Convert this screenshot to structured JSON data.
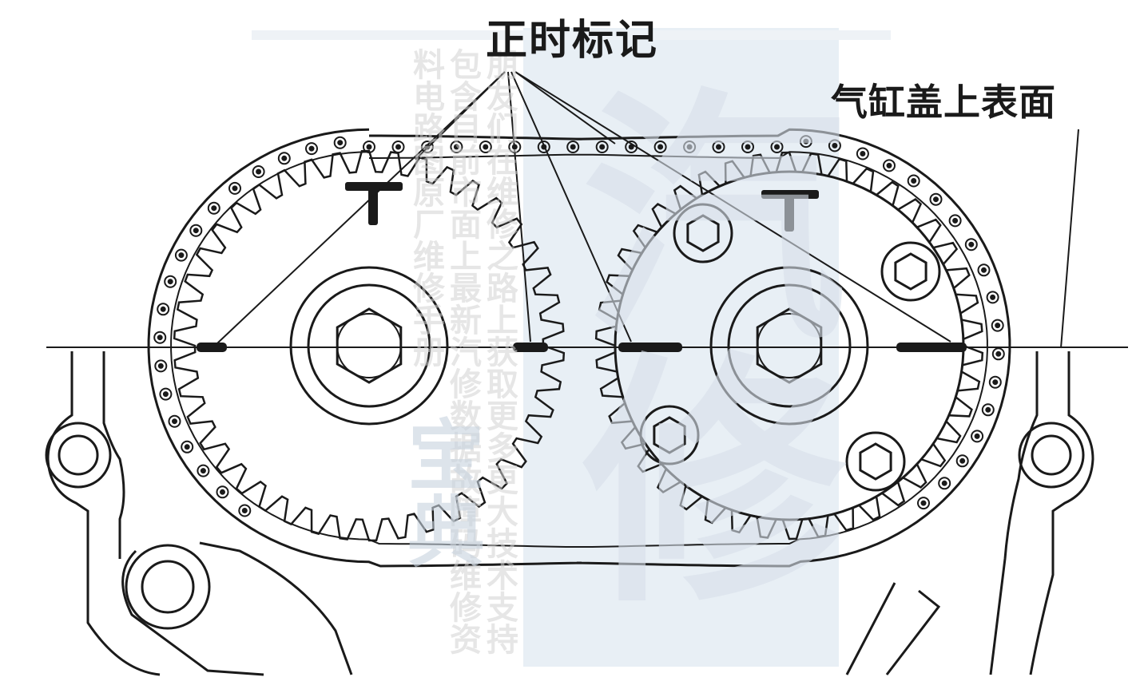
{
  "labels": {
    "timing_marks": "正时标记",
    "cylinder_head_top": "气缸盖上表面"
  },
  "watermark": {
    "large": "汽修",
    "small": "宝典",
    "text": "朋友们在维修之路上获取更多更大技术支持包含目前市面上最新汽修数据故障码维修资料电路图原厂维修手册"
  },
  "colors": {
    "line": "#1a1a1a",
    "watermark_band": "#e3eaf2"
  }
}
